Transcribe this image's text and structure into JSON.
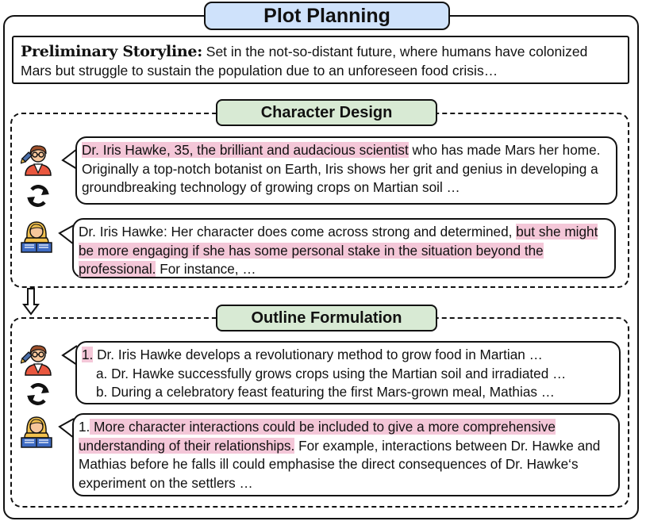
{
  "title": "Plot Planning",
  "preliminary": {
    "label": "Preliminary Storyline:",
    "text": " Set in the not-so-distant future, where humans have colonized Mars but struggle to sustain the population due to an unforeseen food crisis…"
  },
  "character_design": {
    "title": "Character Design",
    "writer_bubble": {
      "highlight": "Dr. Iris Hawke, 35, the brilliant and audacious scientist",
      "rest": " who has made Mars her home. Originally a top-notch botanist on Earth, Iris shows her grit and genius in developing a groundbreaking technology of growing crops on Martian soil …"
    },
    "reviewer_bubble": {
      "pre": "Dr. Iris Hawke: Her character does come across strong and determined, ",
      "highlight": "but she might be more engaging if she has some personal stake in the situation beyond the professional.",
      "post": " For instance, …"
    }
  },
  "outline_formulation": {
    "title": "Outline Formulation",
    "writer_bubble": {
      "item1_num": "1.",
      "item1_text": " Dr. Iris Hawke develops a revolutionary method to grow food in Martian …",
      "item_a": "a. Dr. Hawke successfully grows crops using the Martian soil and irradiated …",
      "item_b": "b. During a celebratory feast featuring the first Mars-grown meal, Mathias …"
    },
    "reviewer_bubble": {
      "num": "1.",
      "highlight": " More character interactions could be included to give a more comprehensive understanding of their relationships.",
      "post": " For example, interactions between Dr. Hawke and Mathias before he falls ill could emphasise the direct consequences of Dr. Hawke‘s experiment on the settlers …"
    }
  },
  "colors": {
    "title_fill": "#cfe2fb",
    "section_title_fill": "#d8ead4",
    "highlight": "#f4c7d8"
  },
  "icons": [
    "writer-icon",
    "reviewer-icon",
    "refresh-cycle-icon",
    "down-arrow-icon"
  ]
}
